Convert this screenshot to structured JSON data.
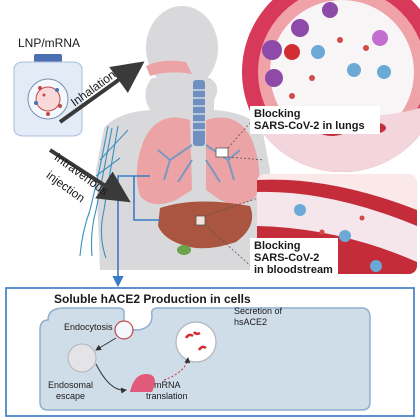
{
  "labels": {
    "lnp": "LNP/mRNA",
    "inhalation": "Inhalation",
    "iv_line1": "Intravenous",
    "iv_line2": "injection",
    "lungs_line1": "Blocking",
    "lungs_line2": "SARS-CoV-2 in lungs",
    "blood_line1": "Blocking",
    "blood_line2": "SARS-CoV-2",
    "blood_line3": "in bloodstream",
    "panel_title": "Soluble hACE2 Production in cells",
    "endocytosis": "Endocytosis",
    "secretion_line1": "Secretion of",
    "secretion_line2": "hsACE2",
    "escape_line1": "Endosomal",
    "escape_line2": "escape",
    "translation_line1": "mRNA",
    "translation_line2": "translation"
  },
  "colors": {
    "panel_border": "#4a86c8",
    "pointer": "#3a7cc6",
    "body_silhouette": "#d9d9dc",
    "lung": "#eba3a6",
    "liver": "#a9553f",
    "trachea": "#6e8fbf",
    "blood": "#d9434b",
    "cell_fill": "#cfdde9",
    "arrow": "#3a3a3a"
  }
}
